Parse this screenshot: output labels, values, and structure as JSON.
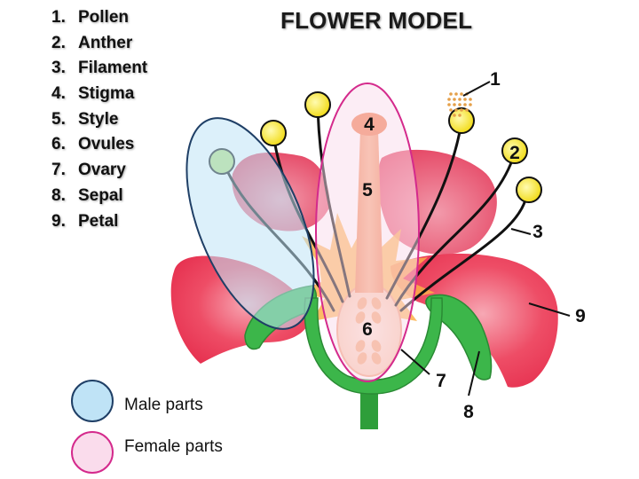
{
  "title": "FLOWER MODEL",
  "parts": [
    {
      "number": "1.",
      "label": "Pollen"
    },
    {
      "number": "2.",
      "label": "Anther"
    },
    {
      "number": "3.",
      "label": "Filament"
    },
    {
      "number": "4.",
      "label": "Stigma"
    },
    {
      "number": "5.",
      "label": "Style"
    },
    {
      "number": "6.",
      "label": "Ovules"
    },
    {
      "number": "7.",
      "label": "Ovary"
    },
    {
      "number": "8.",
      "label": "Sepal"
    },
    {
      "number": "9.",
      "label": "Petal"
    }
  ],
  "callouts": {
    "pollen": "1",
    "anther": "2",
    "filament": "3",
    "stigma": "4",
    "style": "5",
    "ovules": "6",
    "ovary": "7",
    "sepal": "8",
    "petal": "9"
  },
  "legend": {
    "male": "Male parts",
    "female": "Female parts"
  },
  "colors": {
    "petal": "#ee3f5a",
    "petal_back": "#e0405c",
    "sepal": "#3bb54a",
    "stem": "#2e9e3a",
    "anther": "#f7e62c",
    "style": "#f5a477",
    "ovary": "#fbd9c4",
    "ovule": "#f5a877",
    "male_region": "#bfe3f6",
    "female_region": "#fadcec",
    "female_outline": "#d42a8c",
    "male_outline": "#1f3f66"
  }
}
